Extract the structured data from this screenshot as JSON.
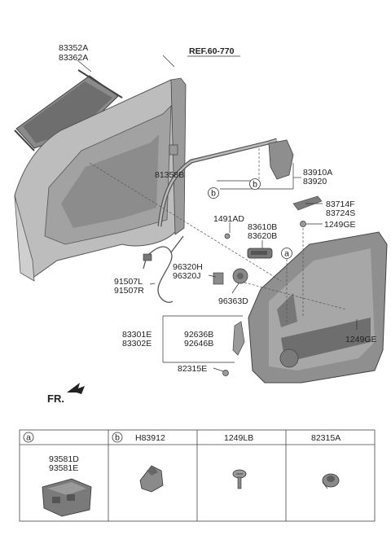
{
  "ref_label": "REF.60-770",
  "front_marker": "FR.",
  "callout_a": "a",
  "callout_b": "b",
  "parts": {
    "p83352A": "83352A",
    "p83362A": "83362A",
    "p81358B": "81358B",
    "p83910A": "83910A",
    "p83920": "83920",
    "p83714F": "83714F",
    "p83724S": "83724S",
    "p1249GE_top": "1249GE",
    "p1491AD": "1491AD",
    "p83610B": "83610B",
    "p83620B": "83620B",
    "p96320H": "96320H",
    "p96320J": "96320J",
    "p91507L": "91507L",
    "p91507R": "91507R",
    "p96363D": "96363D",
    "p1249GE_bottom": "1249GE",
    "p83301E": "83301E",
    "p83302E": "83302E",
    "p92636B": "92636B",
    "p92646B": "92646B",
    "p82315E": "82315E"
  },
  "legend": {
    "cells": [
      {
        "callout": "a",
        "code": "",
        "part1": "93581D",
        "part2": "93581E"
      },
      {
        "callout": "b",
        "code": "H83912",
        "part1": "",
        "part2": ""
      },
      {
        "callout": "",
        "code": "1249LB",
        "part1": "",
        "part2": ""
      },
      {
        "callout": "",
        "code": "82315A",
        "part1": "",
        "part2": ""
      }
    ]
  }
}
